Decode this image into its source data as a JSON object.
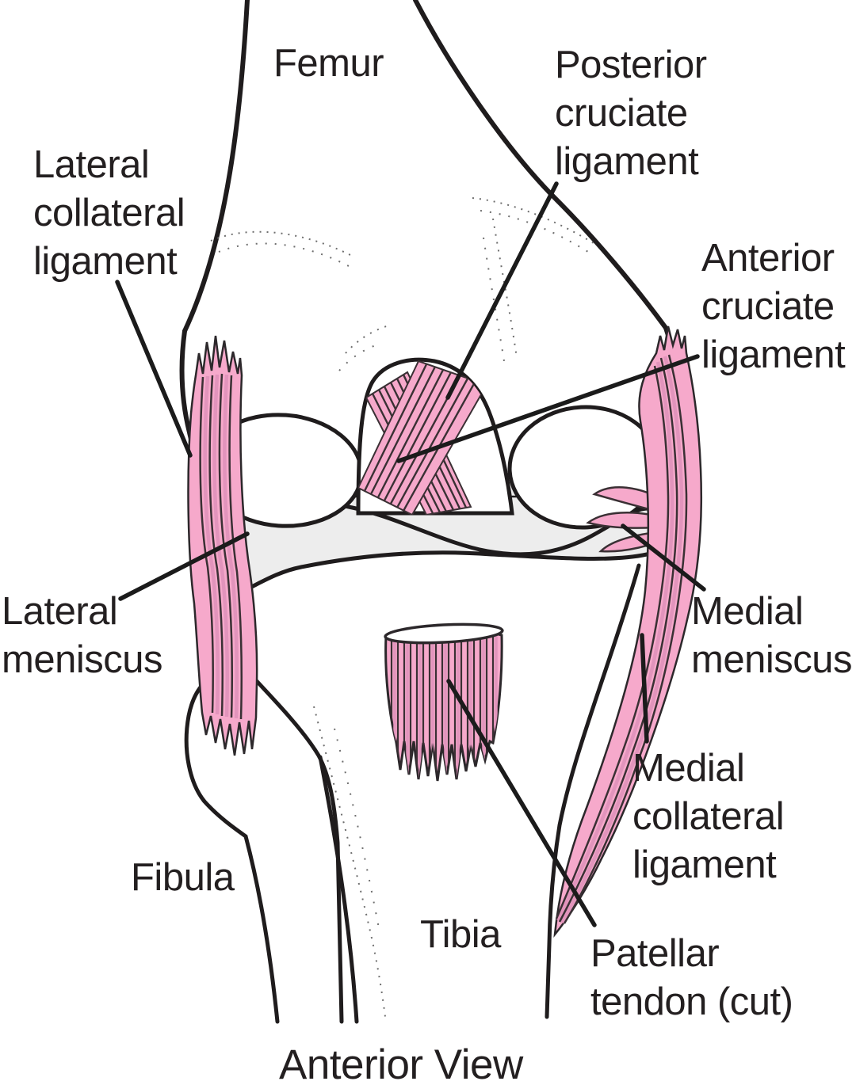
{
  "figure": {
    "caption": "Anterior View",
    "type": "anatomical-diagram",
    "subject": "knee-joint"
  },
  "colors": {
    "ligament_pink": "#F6A9CB",
    "ligament_pink_shade": "#E294BC",
    "stripe_dark": "#3A3034",
    "bone_grey": "#EDEDED",
    "outline_black": "#1F1C1D",
    "text": "#231F20",
    "background": "#FFFFFF"
  },
  "labels": {
    "femur": {
      "text": "Femur"
    },
    "posterior_cruciate": {
      "lines": [
        "Posterior",
        "cruciate",
        "ligament"
      ]
    },
    "lateral_collateral": {
      "lines": [
        "Lateral",
        "collateral",
        "ligament"
      ]
    },
    "anterior_cruciate": {
      "lines": [
        "Anterior",
        "cruciate",
        "ligament"
      ]
    },
    "lateral_meniscus": {
      "lines": [
        "Lateral",
        "meniscus"
      ]
    },
    "medial_meniscus": {
      "lines": [
        "Medial",
        "meniscus"
      ]
    },
    "medial_collateral": {
      "lines": [
        "Medial",
        "collateral",
        "ligament"
      ]
    },
    "fibula": {
      "text": "Fibula"
    },
    "tibia": {
      "text": "Tibia"
    },
    "patellar_tendon": {
      "lines": [
        "Patellar",
        "tendon (cut)"
      ]
    },
    "view": {
      "text": "Anterior View"
    }
  }
}
